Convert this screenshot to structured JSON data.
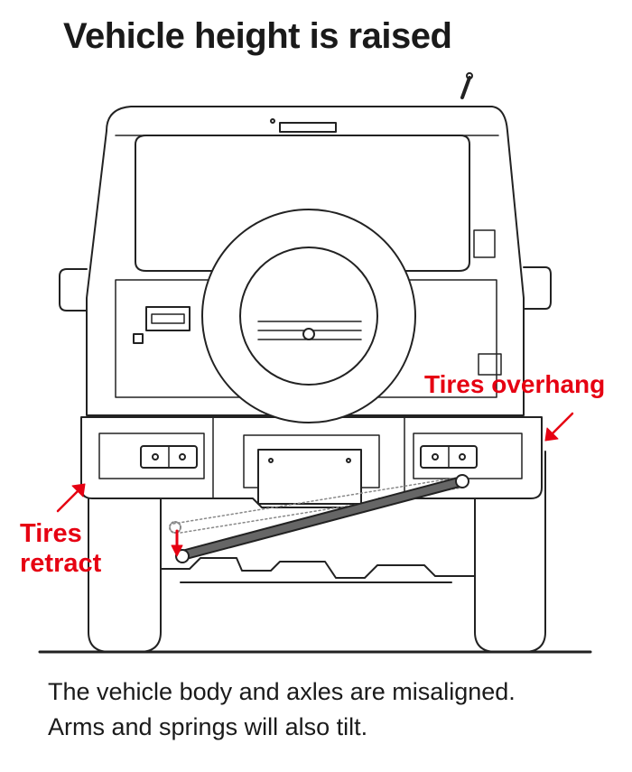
{
  "title": "Vehicle height is raised",
  "callouts": {
    "overhang": "Tires overhang",
    "retract": "Tires\nretract"
  },
  "caption": {
    "line1": "The vehicle body and axles are misaligned.",
    "line2": "Arms and springs will also tilt."
  },
  "colors": {
    "accent": "#e60012",
    "outline": "#222222",
    "arm": "#555555"
  },
  "icons": {
    "vehicle": "suv-rear-view-illustration",
    "arrow": "red-pointer-arrow"
  }
}
